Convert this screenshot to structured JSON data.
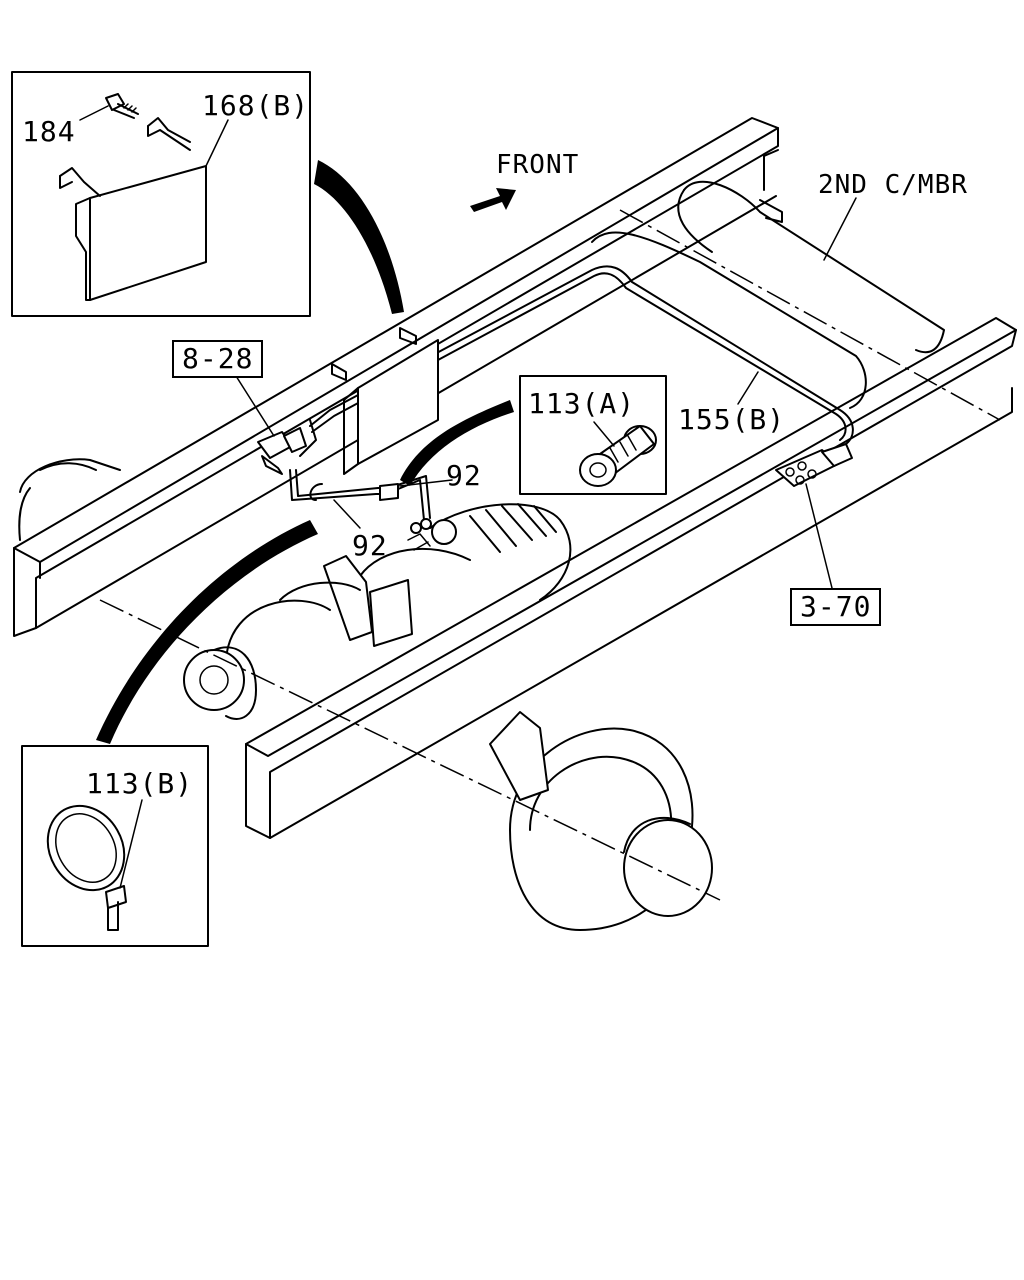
{
  "labels": {
    "front": "FRONT",
    "crossmember": "2ND C/MBR",
    "part_184": "184",
    "part_168b": "168(B)",
    "ref_8_28": "8-28",
    "part_113a": "113(A)",
    "part_155b": "155(B)",
    "part_92_upper": "92",
    "part_92_lower": "92",
    "ref_3_70": "3-70",
    "part_113b": "113(B)"
  }
}
